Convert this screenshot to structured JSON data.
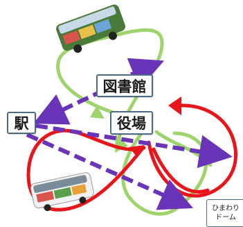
{
  "places": {
    "library": "図書館",
    "station": "駅",
    "town_hall": "役場",
    "dome_line1": "ひまわり",
    "dome_line2": "ドーム"
  },
  "route_colors": {
    "green_loop": "#9fd36b",
    "red_loop": "#e8151b",
    "purple_dashed": "#6a34b8"
  },
  "icons": {
    "bus_top": "bus-icon",
    "bus_bottom": "bus-icon"
  }
}
